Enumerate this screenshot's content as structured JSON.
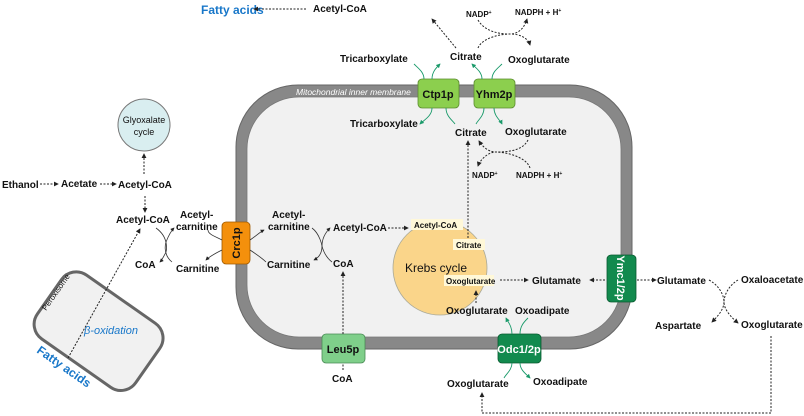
{
  "title": "Yeast mitochondrial carriers and acetyl-CoA / citrate metabolism",
  "colors": {
    "fatty_acids": "#1877c9",
    "membrane": "#888888",
    "matrix": "#f1f1f1",
    "krebs": "#fad58a",
    "glyoxylate": "#d9eef0",
    "ctp1p": "#8ccf4e",
    "yhm2p": "#8ccf4e",
    "crc1p": "#f4900c",
    "leu5p": "#7fcf8a",
    "odc": "#128a4e",
    "ymc": "#128a4e"
  },
  "compartments": {
    "membrane_label": "Mitochondrial inner membrane",
    "peroxisome_label": "Peroxisome",
    "beta_oxidation": "β-oxidation",
    "glyoxylate_cycle_line1": "Glyoxalate",
    "glyoxylate_cycle_line2": "cycle",
    "krebs_cycle": "Krebs cycle"
  },
  "transporters": {
    "ctp1p": "Ctp1p",
    "yhm2p": "Yhm2p",
    "crc1p": "Crc1p",
    "leu5p": "Leu5p",
    "odc": "Odc1/2p",
    "ymc": "Ymc1/2p"
  },
  "cytosol": {
    "fatty_acids_top": "Fatty acids",
    "acetyl_coa_top": "Acetyl-CoA",
    "nadp_top": "NADP",
    "nadph_top": "NADPH + H",
    "citrate_top": "Citrate",
    "tricarboxylate_top": "Tricarboxylate",
    "oxoglutarate_top": "Oxoglutarate",
    "ethanol": "Ethanol",
    "acetate": "Acetate",
    "acetyl_coa_1": "Acetyl-CoA",
    "acetyl_coa_2": "Acetyl-CoA",
    "acetyl_carnitine_1": "Acetyl-",
    "acetyl_carnitine_2": "carnitine",
    "coa": "CoA",
    "carnitine": "Carnitine",
    "fatty_acids_bottom": "Fatty acids",
    "coa_bottom": "CoA",
    "oxoglutarate_bottom": "Oxoglutarate",
    "oxoadipate_bottom": "Oxoadipate",
    "glutamate_right": "Glutamate",
    "oxaloacetate": "Oxaloacetate",
    "aspartate": "Aspartate",
    "oxoglutarate_right": "Oxoglutarate"
  },
  "matrix": {
    "tricarboxylate": "Tricarboxylate",
    "citrate": "Citrate",
    "oxoglutarate": "Oxoglutarate",
    "nadp": "NADP",
    "nadph": "NADPH + H",
    "acetyl_carnitine_1": "Acetyl-",
    "acetyl_carnitine_2": "carnitine",
    "carnitine": "Carnitine",
    "acetyl_coa": "Acetyl-CoA",
    "coa": "CoA",
    "krebs_acetyl_coa": "Acetyl-CoA",
    "krebs_citrate": "Citrate",
    "krebs_oxoglutarate": "Oxoglutarate",
    "glutamate": "Glutamate",
    "oxoglutarate_lower": "Oxoglutarate",
    "oxoadipate": "Oxoadipate"
  },
  "superscript_plus": "+"
}
